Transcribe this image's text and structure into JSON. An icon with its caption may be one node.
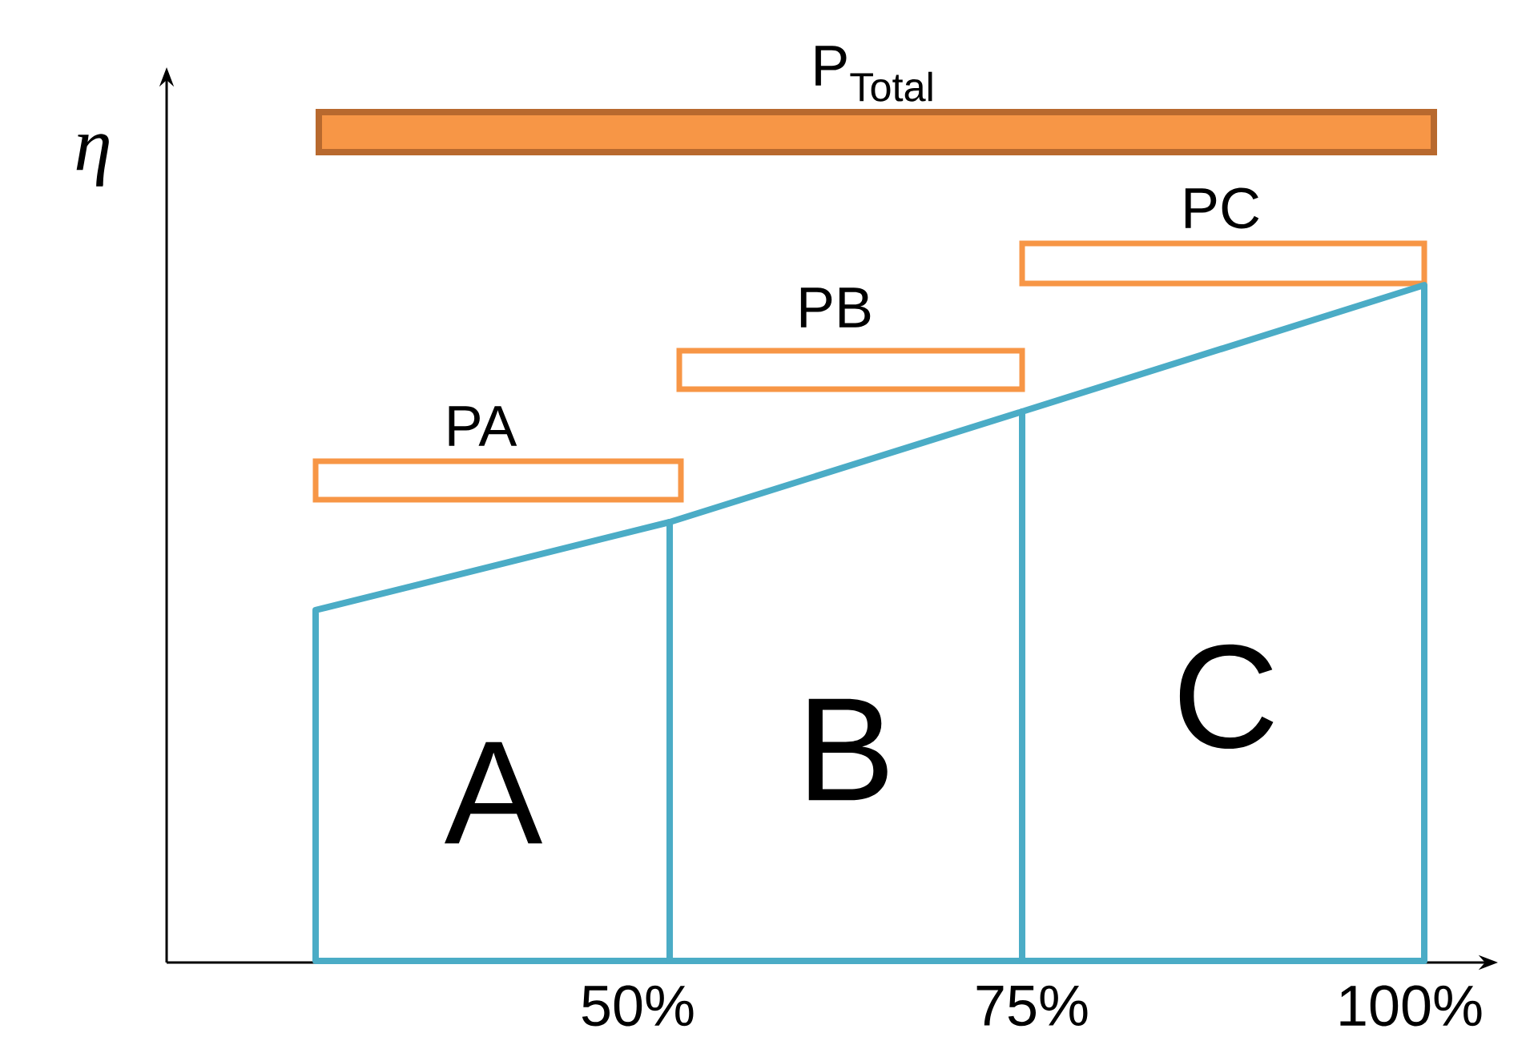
{
  "diagram": {
    "nodes": [
      {
        "text": [
          "P$_{Total}$"
        ]
      },
      {
        "text": [
          "PA"
        ]
      },
      {
        "text": [
          "PB"
        ]
      },
      {
        "text": [
          "PC"
        ]
      },
      {
        "text": [
          "A"
        ]
      },
      {
        "text": [
          "B"
        ]
      },
      {
        "text": [
          "C"
        ]
      }
    ],
    "labels": [
      "η",
      "50%",
      "75%",
      "100%"
    ]
  }
}
